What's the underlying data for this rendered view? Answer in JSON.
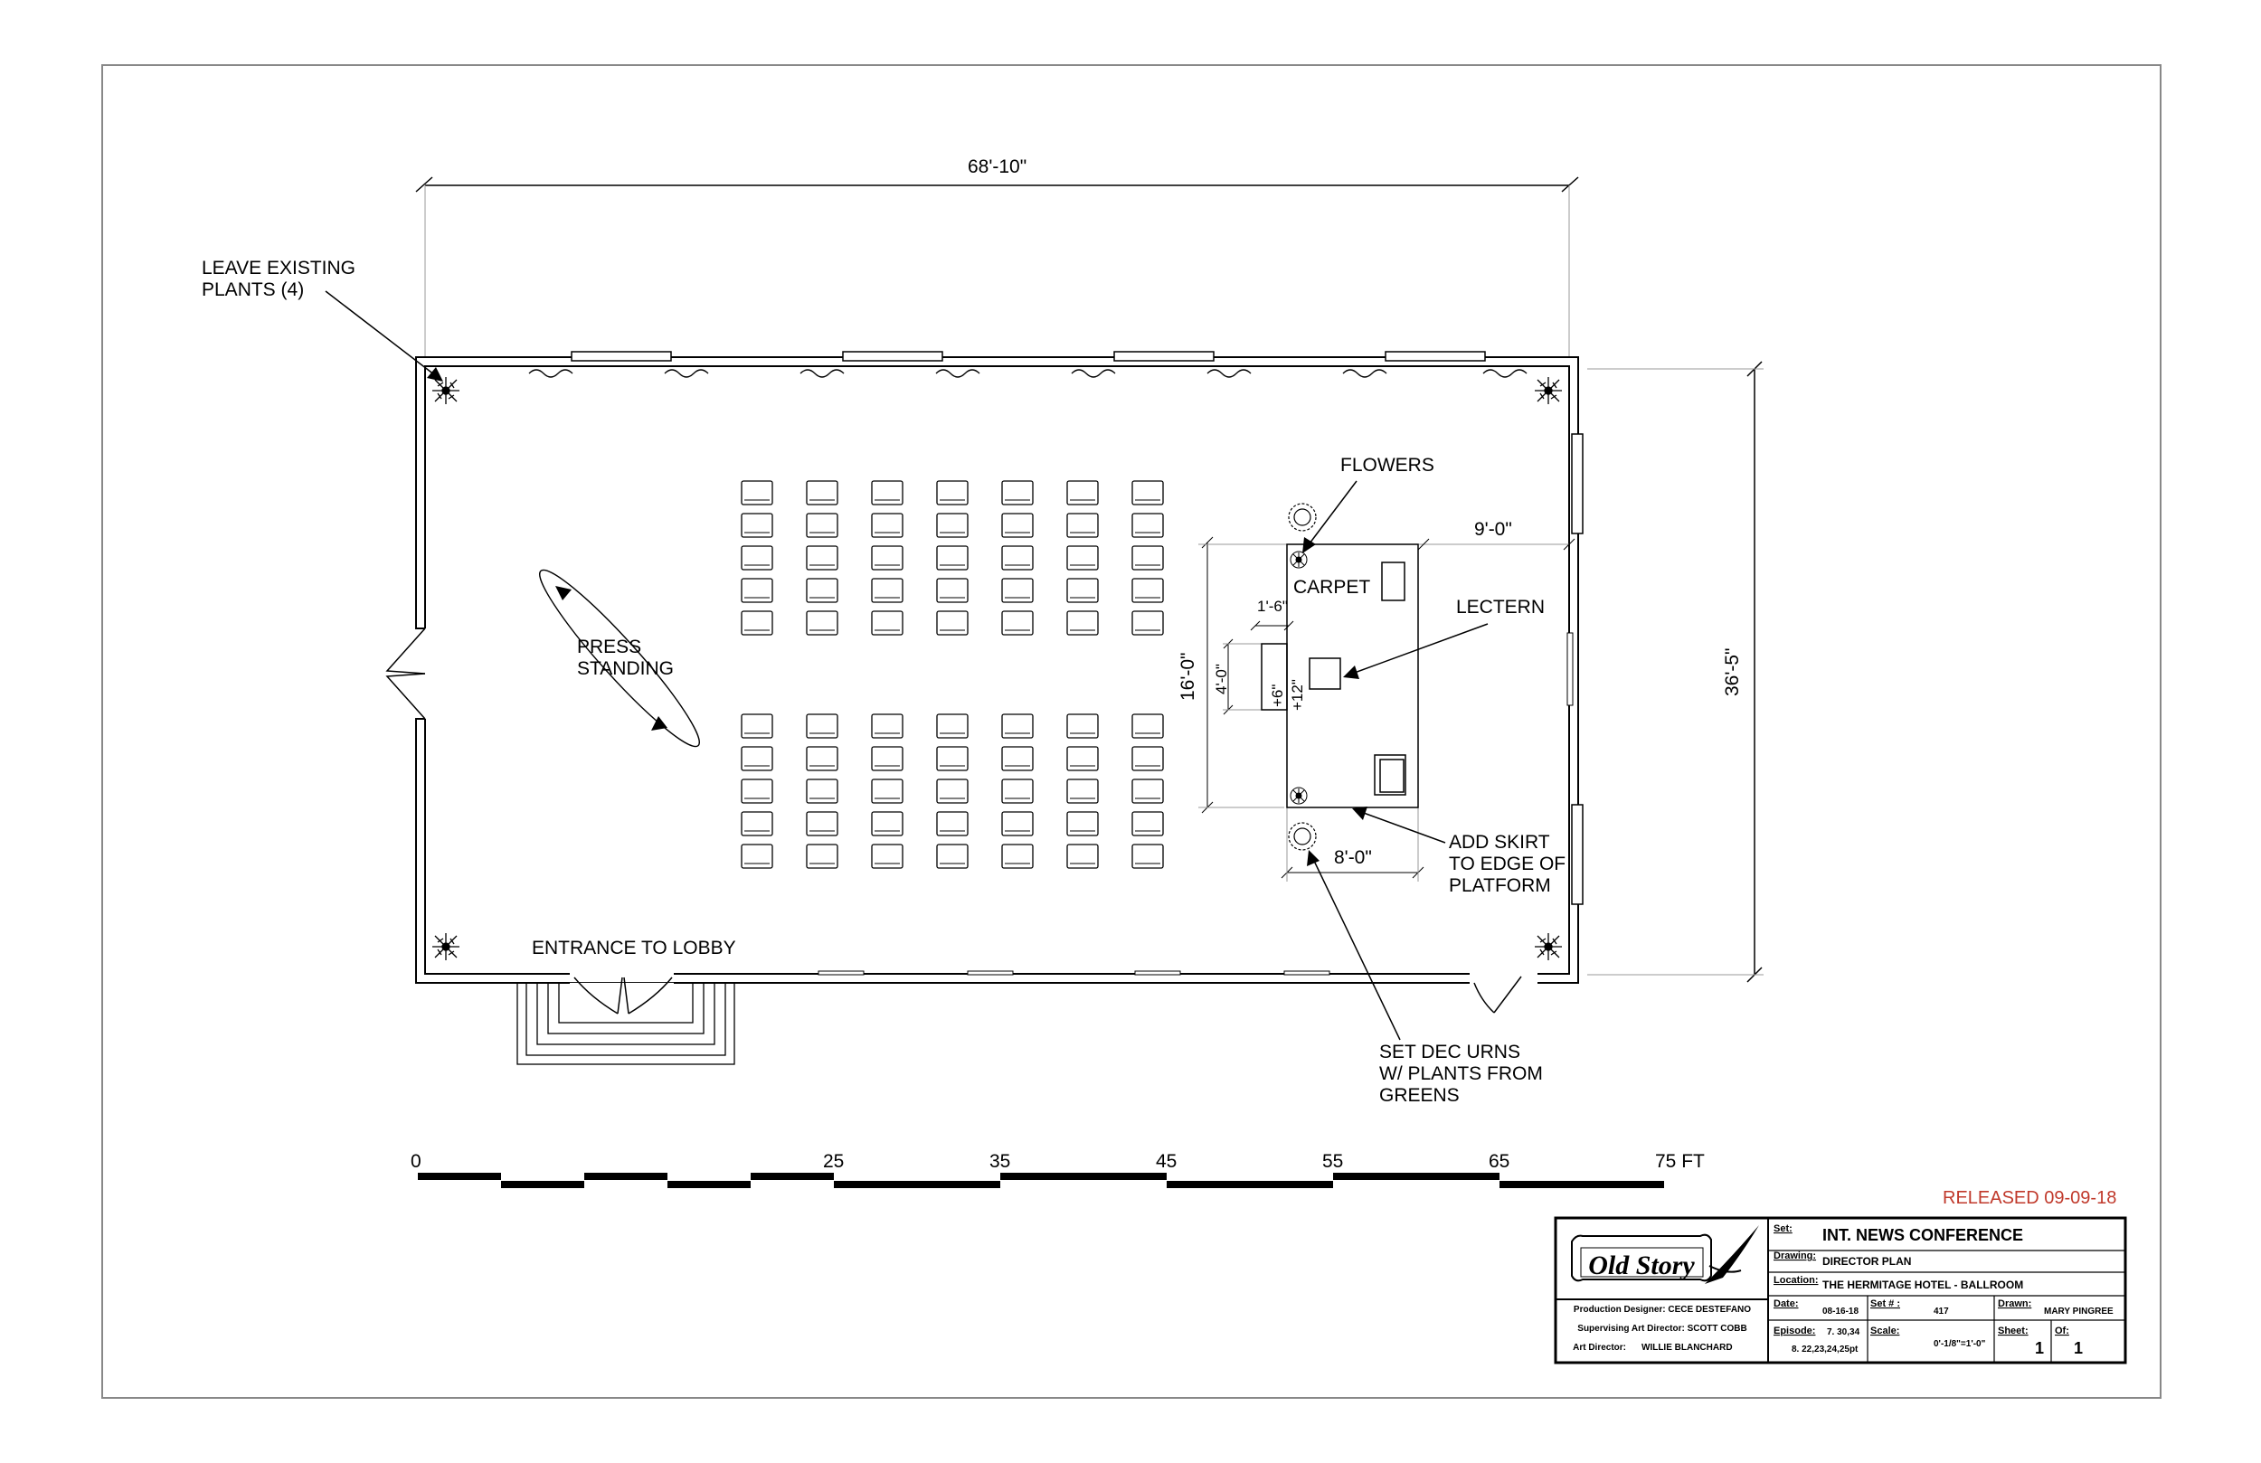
{
  "plan": {
    "dim_width": "68'-10\"",
    "dim_height": "36'-5\"",
    "dim_9ft": "9'-0\"",
    "dim_16ft": "16'-0\"",
    "dim_8ft": "8'-0\"",
    "dim_1ft6": "1'-6\"",
    "dim_4ft": "4'-0\"",
    "dim_plus6": "+6\"",
    "dim_plus12": "+12\"",
    "note_plants_1": "LEAVE EXISTING",
    "note_plants_2": "PLANTS  (4)",
    "note_flowers": "FLOWERS",
    "note_carpet": "CARPET",
    "note_lectern": "LECTERN",
    "note_press_1": "PRESS",
    "note_press_2": "STANDING",
    "note_skirt_1": "ADD SKIRT",
    "note_skirt_2": "TO EDGE OF",
    "note_skirt_3": "PLATFORM",
    "note_entrance": "ENTRANCE TO LOBBY",
    "note_urns_1": "SET DEC URNS",
    "note_urns_2": "W/ PLANTS FROM",
    "note_urns_3": "GREENS",
    "seating": {
      "rows_per_block": 5,
      "columns": 7,
      "blocks": 2
    }
  },
  "scale_bar": {
    "ticks": [
      "0",
      "25",
      "35",
      "45",
      "55",
      "65",
      "75 FT"
    ]
  },
  "released": "RELEASED 09-09-18",
  "title_block": {
    "logo_text": "Old Story",
    "production_designer": "Production Designer: CECE DESTEFANO",
    "supervising_art_director": "Supervising Art Director: SCOTT COBB",
    "art_director_label": "Art Director:",
    "art_director": "WILLIE BLANCHARD",
    "set_label": "Set:",
    "set_value": "INT. NEWS CONFERENCE",
    "drawing_label": "Drawing:",
    "drawing_value": "DIRECTOR PLAN",
    "location_label": "Location:",
    "location_value": "THE HERMITAGE HOTEL - BALLROOM",
    "date_label": "Date:",
    "date_value": "08-16-18",
    "set_num_label": "Set # :",
    "set_num_value": "417",
    "drawn_label": "Drawn:",
    "drawn_value": "MARY PINGREE",
    "episode_label": "Episode:",
    "episode_value_1": "7. 30,34",
    "episode_value_2": "8. 22,23,24,25pt",
    "scale_label": "Scale:",
    "scale_value": "0'-1/8\"=1'-0\"",
    "sheet_label": "Sheet:",
    "sheet_value": "1",
    "of_label": "Of:",
    "of_value": "1"
  }
}
